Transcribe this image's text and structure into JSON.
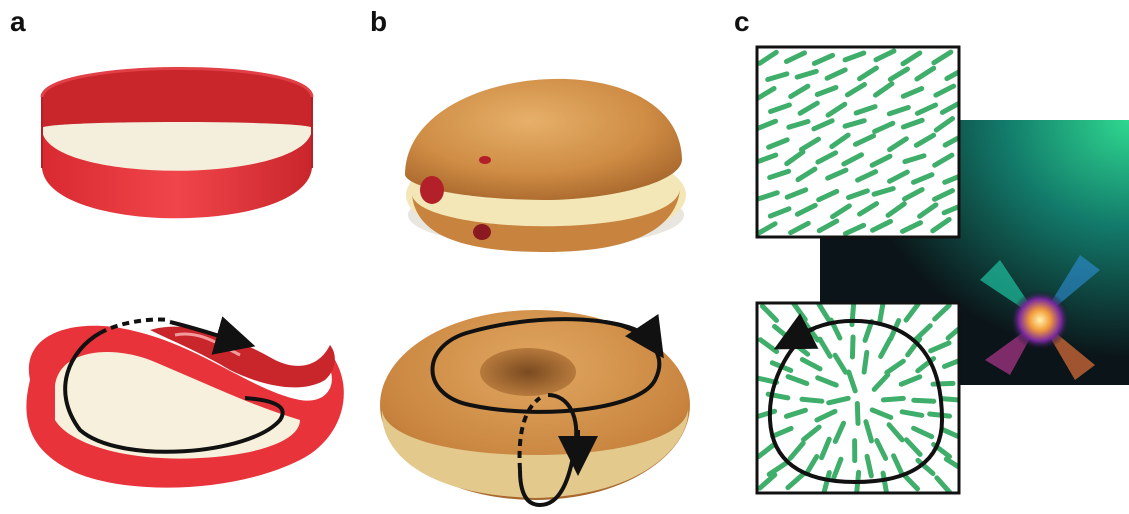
{
  "panels": {
    "a": {
      "label": "a"
    },
    "b": {
      "label": "b"
    },
    "c": {
      "label": "c"
    }
  },
  "colors": {
    "ribbon_red": "#e8333a",
    "ribbon_dark": "#c9262c",
    "donut_crust": "#d79a55",
    "donut_cream": "#f3e7b8",
    "jam": "#b3202a",
    "rod_green": "#3fae6a",
    "frame": "#111111",
    "arrow": "#111111"
  },
  "illustrations": {
    "a_top": "cylindrical-band",
    "a_bottom": "mobius-strip-with-path-arrow",
    "b_top": "jelly-donut-sphere",
    "b_bottom": "ring-donut-torus-with-loop-arrows",
    "c_top": "uniform-nematic-director-field",
    "c_bottom": "defect-director-field-with-loop-arrow",
    "c_background": "polarized-defect-texture"
  }
}
